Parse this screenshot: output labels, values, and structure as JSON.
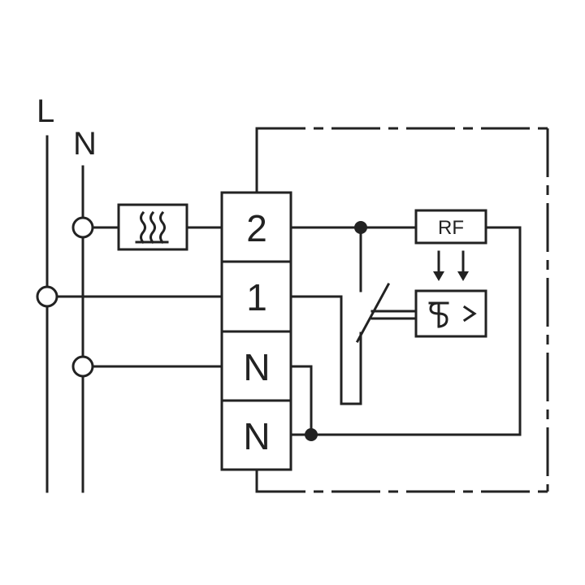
{
  "rails": {
    "line_label": "L",
    "neutral_label": "N"
  },
  "terminals": [
    "2",
    "1",
    "N",
    "N"
  ],
  "rf_box": {
    "label": "RF"
  },
  "icons": {
    "heater": "heater-icon",
    "sensor": "thermostat-sensor-icon",
    "switch": "switch-contact-icon"
  },
  "colors": {
    "line": "#222222",
    "background": "#ffffff"
  }
}
